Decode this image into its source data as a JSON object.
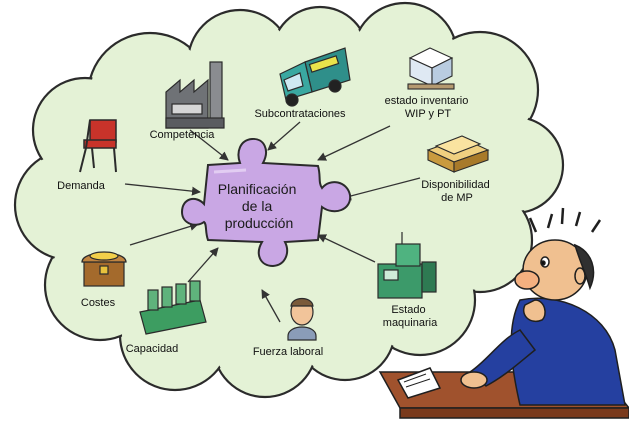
{
  "center": {
    "lines": [
      "Planificación",
      "de la",
      "producción"
    ]
  },
  "nodes": {
    "competencia": {
      "lines": [
        "Competencia"
      ]
    },
    "subcontrataciones": {
      "lines": [
        "Subcontrataciones"
      ]
    },
    "inventario": {
      "lines": [
        "estado inventario",
        "WIP y PT"
      ]
    },
    "demanda": {
      "lines": [
        "Demanda"
      ]
    },
    "disponibilidad": {
      "lines": [
        "Disponibilidad",
        "de MP"
      ]
    },
    "costes": {
      "lines": [
        "Costes"
      ]
    },
    "maquinaria": {
      "lines": [
        "Estado",
        "maquinaria"
      ]
    },
    "capacidad": {
      "lines": [
        "Capacidad"
      ]
    },
    "fuerza": {
      "lines": [
        "Fuerza laboral"
      ]
    }
  },
  "colors": {
    "cloud_fill": "#e4f2d6",
    "cloud_stroke": "#2b2b2b",
    "puzzle_fill": "#c9a7e4",
    "arrow": "#333333"
  },
  "icons": {
    "chair": "chair-icon",
    "factory": "factory-icon",
    "truck": "truck-icon",
    "boxes": "stacked-boxes-icon",
    "pallet": "pallet-icon",
    "chest": "treasure-chest-icon",
    "machine": "machine-icon",
    "capacity": "production-line-icon",
    "worker": "worker-icon",
    "thinker": "thinking-man-icon"
  }
}
